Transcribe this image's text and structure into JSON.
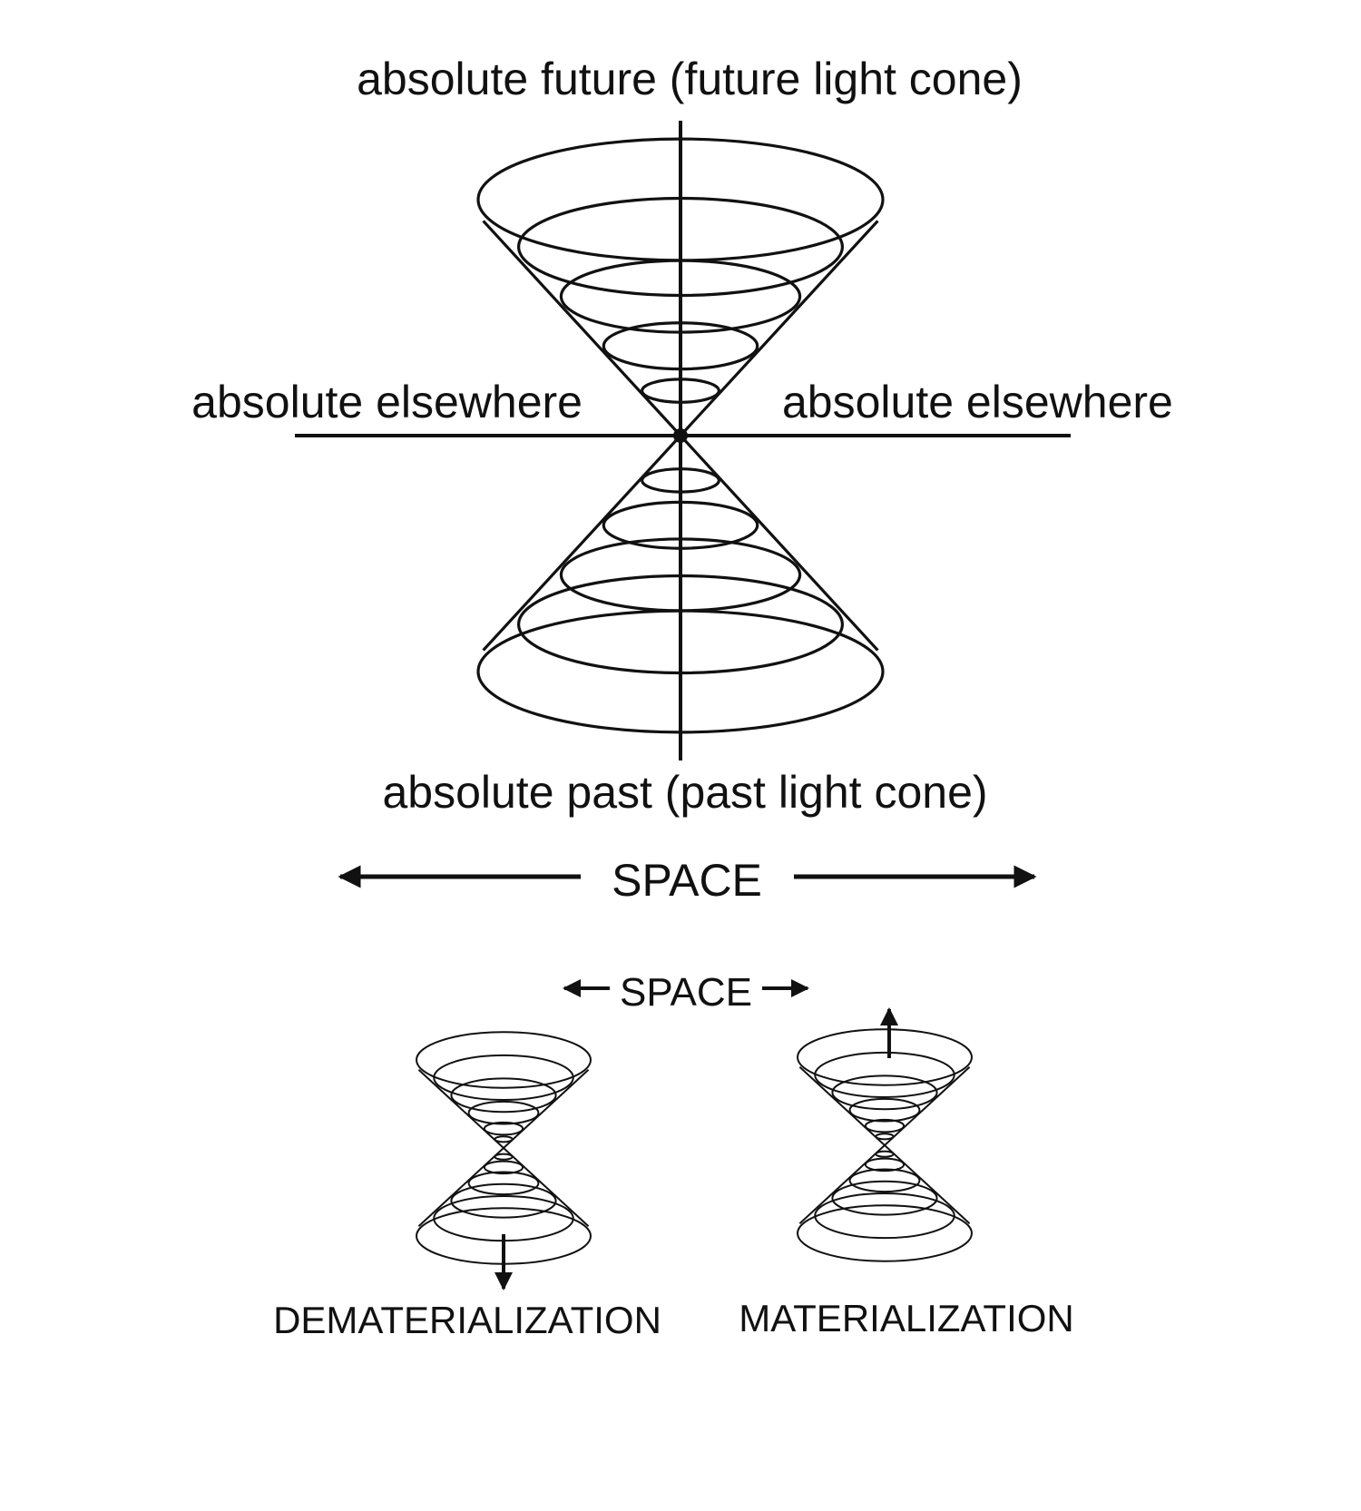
{
  "main_diagram": {
    "top_label": "absolute future (future light cone)",
    "left_label": "absolute elsewhere",
    "right_label": "absolute elsewhere",
    "bottom_label": "absolute past (past light cone)",
    "space_label": "SPACE"
  },
  "lower_panel": {
    "space_label": "SPACE",
    "left_caption": "DEMATERIALIZATION",
    "right_caption": "MATERIALIZATION"
  },
  "colors": {
    "stroke": "#111111",
    "background": "#ffffff"
  }
}
